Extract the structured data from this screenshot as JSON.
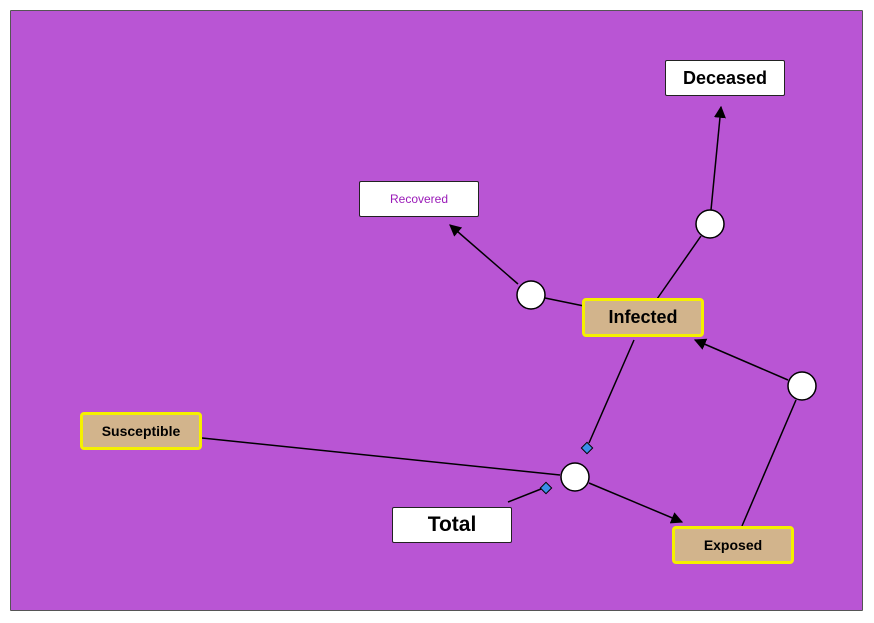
{
  "colors": {
    "background": "#b955d4",
    "species_fill": "#d2b48c",
    "species_border": "#f5f000",
    "node_fill": "#ffffff",
    "recovered_text": "#9a1ab8",
    "modifier_fill": "#3a8ee8"
  },
  "nodes": {
    "deceased": "Deceased",
    "recovered": "Recovered",
    "infected": "Infected",
    "susceptible": "Susceptible",
    "total": "Total",
    "exposed": "Exposed"
  }
}
